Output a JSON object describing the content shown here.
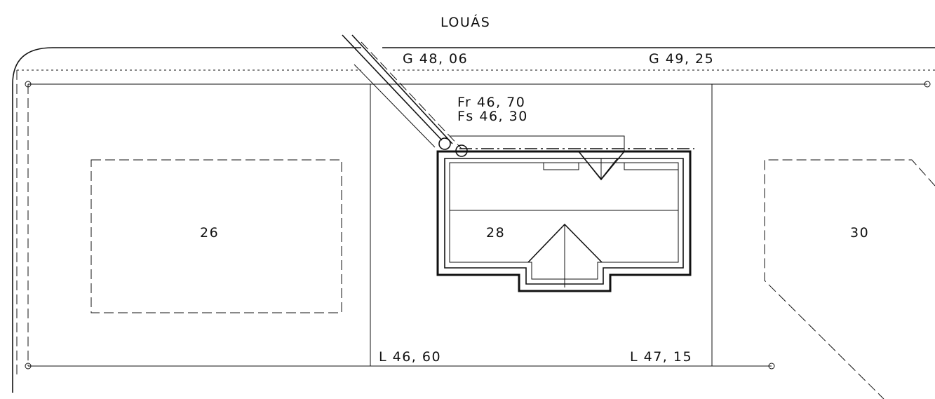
{
  "street_name": "LOUÁS",
  "elevations": {
    "street_left": "G 48, 06",
    "street_right": "G 49, 25",
    "fr": "Fr 46, 70",
    "fs": "Fs 46, 30",
    "lot_bottom_left": "L 46, 60",
    "lot_bottom_right": "L 47, 15"
  },
  "lots": [
    {
      "label": "26"
    },
    {
      "label": "28"
    },
    {
      "label": "30"
    }
  ]
}
